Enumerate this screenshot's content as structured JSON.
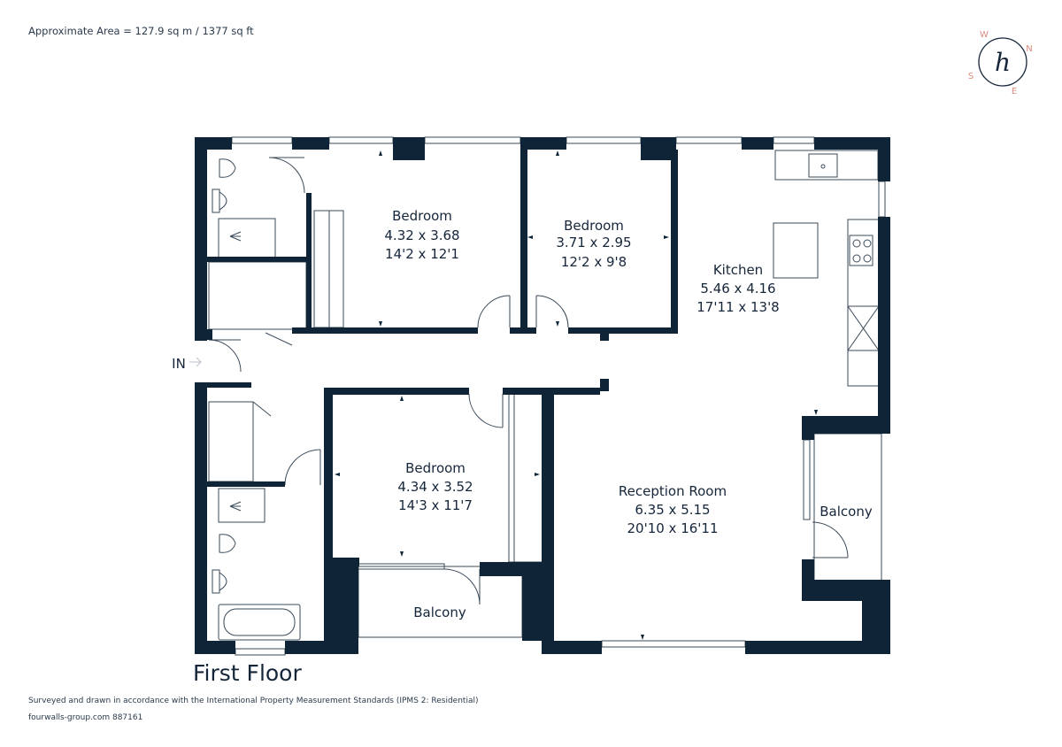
{
  "header": {
    "approx_area": "Approximate Area = 127.9 sq m / 1377 sq ft"
  },
  "compass": {
    "n": "N",
    "e": "E",
    "s": "S",
    "w": "W",
    "logo_letter": "h",
    "accent_color": "#d98a7d"
  },
  "entrance": {
    "label": "IN"
  },
  "rooms": {
    "bedroom1": {
      "name": "Bedroom",
      "metric": "4.32 x 3.68",
      "imperial": "14'2 x 12'1"
    },
    "bedroom2": {
      "name": "Bedroom",
      "metric": "3.71 x 2.95",
      "imperial": "12'2 x 9'8"
    },
    "kitchen": {
      "name": "Kitchen",
      "metric": "5.46 x 4.16",
      "imperial": "17'11 x 13'8"
    },
    "bedroom3": {
      "name": "Bedroom",
      "metric": "4.34 x 3.52",
      "imperial": "14'3 x 11'7"
    },
    "reception": {
      "name": "Reception Room",
      "metric": "6.35 x 5.15",
      "imperial": "20'10 x 16'11"
    },
    "balcony_right": {
      "name": "Balcony"
    },
    "balcony_bottom": {
      "name": "Balcony"
    }
  },
  "footer": {
    "floor_name": "First Floor",
    "survey_note": "Surveyed and drawn in accordance with the International Property Measurement Standards (IPMS 2: Residential)",
    "reference": "fourwalls-group.com 887161"
  },
  "colors": {
    "wall": "#0f2436",
    "line": "#3a4a5a"
  }
}
